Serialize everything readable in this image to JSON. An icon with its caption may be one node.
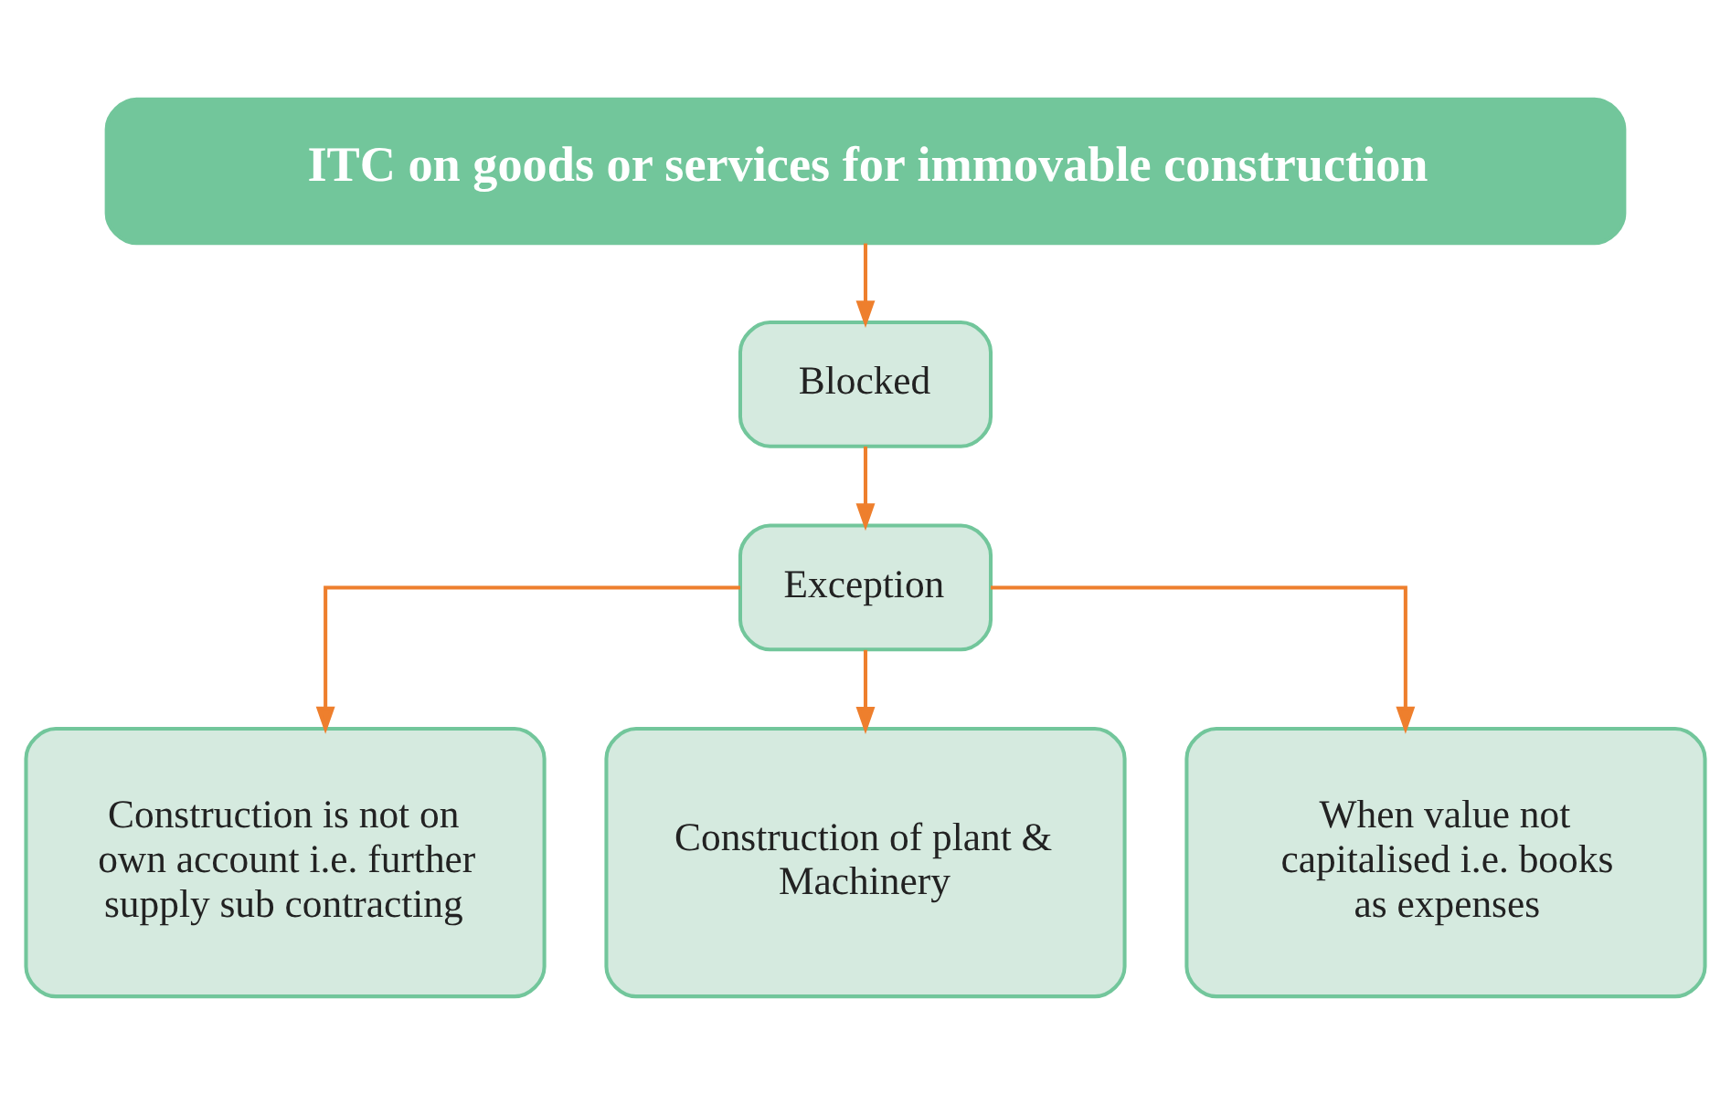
{
  "diagram": {
    "nodes": [
      {
        "text": [
          "ITC on goods or services for immovable construction"
        ]
      },
      {
        "text": [
          "Blocked"
        ]
      },
      {
        "text": [
          "Exception"
        ]
      },
      {
        "text": [
          "Construction is not on own account i.e. further supply sub contracting"
        ]
      },
      {
        "text": [
          "Construction of plant & Machinery"
        ]
      },
      {
        "text": [
          "When value not capitalised i.e. books as expenses"
        ]
      }
    ],
    "edges": [
      {
        "from": 0,
        "to": 1,
        "arrow": "to"
      },
      {
        "from": 1,
        "to": 2,
        "arrow": "to"
      },
      {
        "from": 2,
        "to": 3,
        "arrow": "to"
      },
      {
        "from": 2,
        "to": 4,
        "arrow": "to"
      },
      {
        "from": 2,
        "to": 5,
        "arrow": "to"
      }
    ]
  }
}
